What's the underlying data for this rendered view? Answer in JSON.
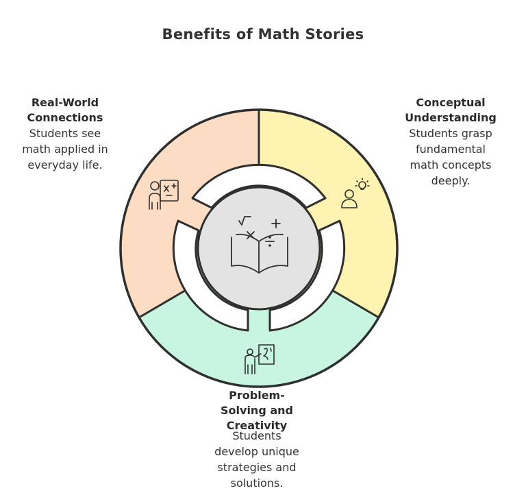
{
  "title": "Benefits of Math Stories",
  "segments": [
    {
      "id": "real-world",
      "heading_lines": [
        "Real-World",
        "Connections"
      ],
      "body_lines": [
        "Students see",
        "math applied in",
        "everyday life."
      ],
      "color": "#fddcc4",
      "icon": "teacher-whiteboard-icon"
    },
    {
      "id": "conceptual",
      "heading_lines": [
        "Conceptual",
        "Understanding"
      ],
      "body_lines": [
        "Students grasp",
        "fundamental",
        "math concepts",
        "deeply."
      ],
      "color": "#fef3b0",
      "icon": "student-lightbulb-icon"
    },
    {
      "id": "problem-solving",
      "heading_lines": [
        "Problem-",
        "Solving and",
        "Creativity"
      ],
      "body_lines": [
        "Students",
        "develop unique",
        "strategies and",
        "solutions."
      ],
      "color": "#c8f5df",
      "icon": "presenter-board-icon"
    }
  ],
  "center": {
    "icon": "math-book-icon",
    "color": "#e3e3e3"
  }
}
